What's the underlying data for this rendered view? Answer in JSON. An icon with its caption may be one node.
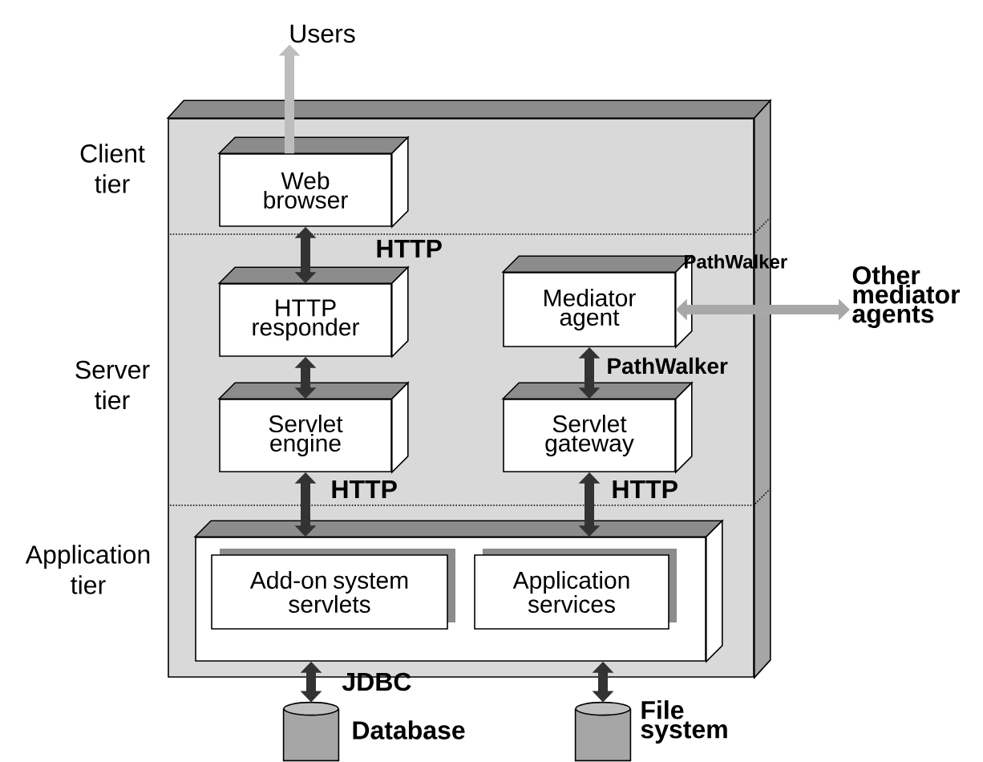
{
  "diagram": {
    "nodes": [
      {
        "text": [],
        "shape": "box"
      },
      {
        "text": [
          "Users"
        ]
      },
      {
        "text": [
          "Web browser"
        ],
        "in": 0
      },
      {
        "text": [
          "HTTP responder"
        ],
        "in": 0
      },
      {
        "text": [
          "Servlet engine"
        ],
        "in": 0
      },
      {
        "text": [
          "Mediator agent"
        ],
        "in": 0
      },
      {
        "text": [
          "Servlet gateway"
        ],
        "in": 0
      },
      {
        "text": [
          "Other mediator agents"
        ]
      },
      {
        "text": [],
        "shape": "box",
        "in": 0
      },
      {
        "text": [
          "Add-on system servlets"
        ],
        "in": 8
      },
      {
        "text": [
          "Application services"
        ],
        "in": 8
      },
      {
        "text": [],
        "shape": "cylinder",
        "beside": [
          "Database"
        ]
      },
      {
        "text": [],
        "shape": "cylinder",
        "beside": [
          "File system"
        ]
      }
    ],
    "edges": [
      {
        "from": 2,
        "to": 1,
        "arrow": "to",
        "color": "#bdbdbd"
      },
      {
        "from": 2,
        "to": 3,
        "arrow": "both",
        "label": "HTTP"
      },
      {
        "from": 3,
        "to": 4,
        "arrow": "both"
      },
      {
        "from": 5,
        "to": 7,
        "arrow": "both",
        "label": "PathWalker",
        "color": "#a8a8a8"
      },
      {
        "from": 5,
        "to": 6,
        "arrow": "both",
        "label": "PathWalker"
      },
      {
        "from": 4,
        "to": 8,
        "arrow": "both",
        "label": "HTTP"
      },
      {
        "from": 6,
        "to": 8,
        "arrow": "both",
        "label": "HTTP"
      },
      {
        "from": 8,
        "to": 11,
        "arrow": "both",
        "label": "JDBC"
      },
      {
        "from": 8,
        "to": 12,
        "arrow": "both"
      }
    ],
    "labels": [
      "Client tier",
      "Server tier",
      "Application tier"
    ]
  }
}
